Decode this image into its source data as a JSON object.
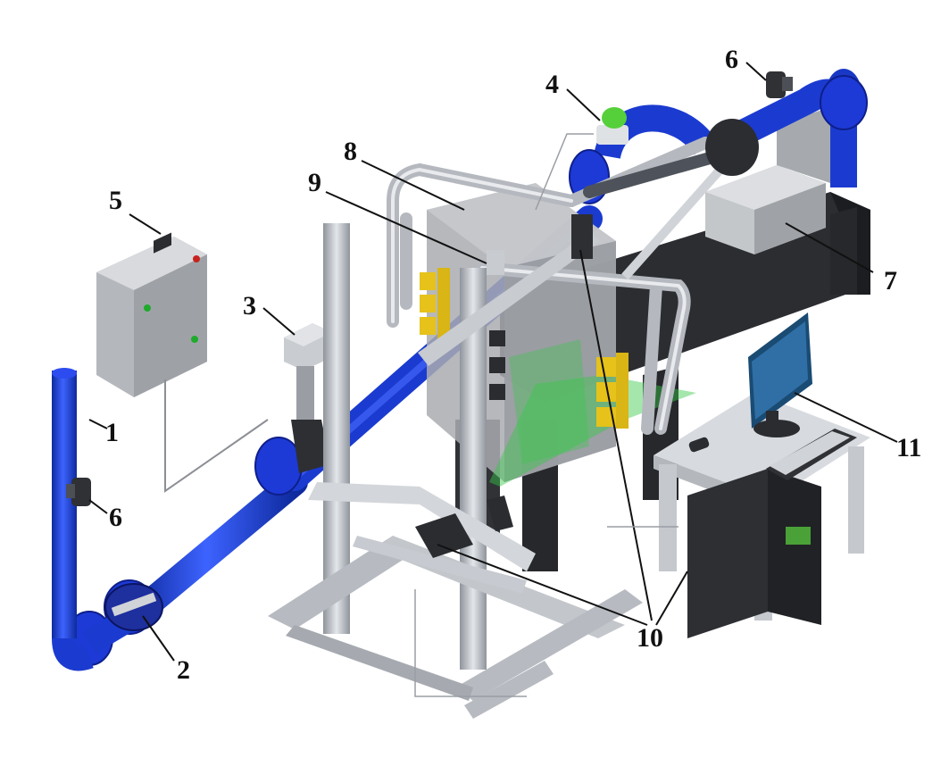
{
  "labels": {
    "l1": "1",
    "l2": "2",
    "l3": "3",
    "l4": "4",
    "l5": "5",
    "l6a": "6",
    "l6b": "6",
    "l7": "7",
    "l8": "8",
    "l9": "9",
    "l10": "10",
    "l11": "11"
  },
  "colors": {
    "pipe": "#1f3fd6",
    "pipe_dark": "#1227a0",
    "steel": "#a9aeb6",
    "steel_light": "#d6d9de",
    "dark_frame": "#2d2f33",
    "tank": "#b9bcbf",
    "laser": "#37c84a",
    "yellow": "#e6c21a",
    "camera_green": "#55d03a"
  }
}
